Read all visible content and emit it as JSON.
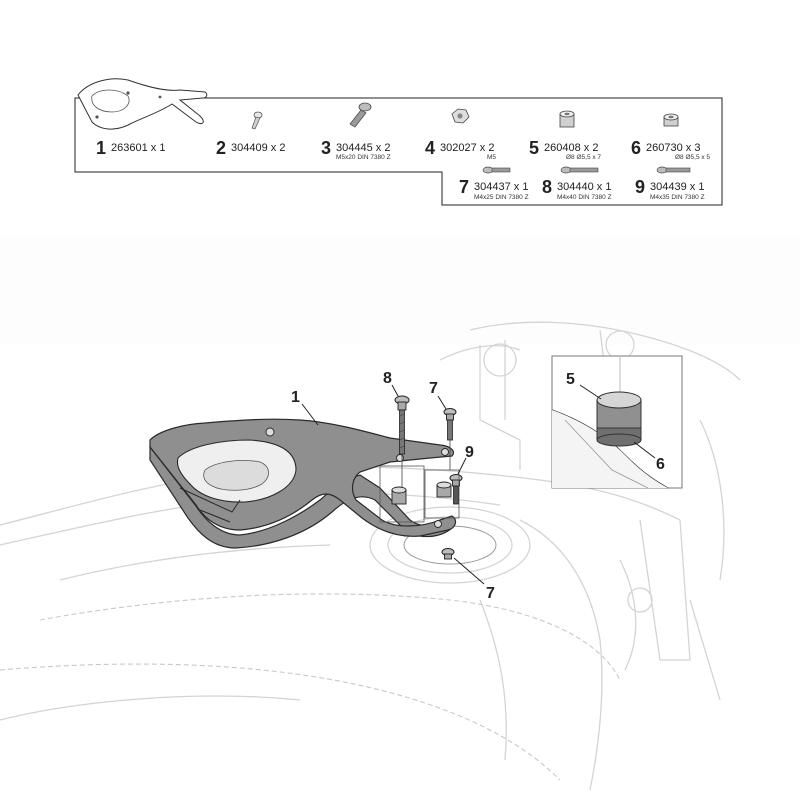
{
  "parts_box": {
    "items": [
      {
        "num": "1",
        "code": "263601 x 1",
        "spec": ""
      },
      {
        "num": "2",
        "code": "304409 x 2",
        "spec": ""
      },
      {
        "num": "3",
        "code": "304445 x 2",
        "spec": "M5x20 DIN 7380 Z"
      },
      {
        "num": "4",
        "code": "302027 x 2",
        "spec": "M5"
      },
      {
        "num": "5",
        "code": "260408 x 2",
        "spec": "Ø8 Ø5,5 x 7"
      },
      {
        "num": "6",
        "code": "260730 x 3",
        "spec": "Ø8 Ø5,5 x 5"
      },
      {
        "num": "7",
        "code": "304437 x 1",
        "spec": "M4x25 DIN 7380 Z"
      },
      {
        "num": "8",
        "code": "304440 x 1",
        "spec": "M4x40 DIN 7380 Z"
      },
      {
        "num": "9",
        "code": "304439 x 1",
        "spec": "M4x35 DIN 7380 Z"
      }
    ]
  },
  "callouts": {
    "c1": "1",
    "c8": "8",
    "c7_top": "7",
    "c9": "9",
    "c7_bottom": "7",
    "c5": "5",
    "c6": "6"
  },
  "colors": {
    "part_fill": "#8f8f8f",
    "ghost_line": "#d4d4d4",
    "outline": "#2a2a2a"
  }
}
